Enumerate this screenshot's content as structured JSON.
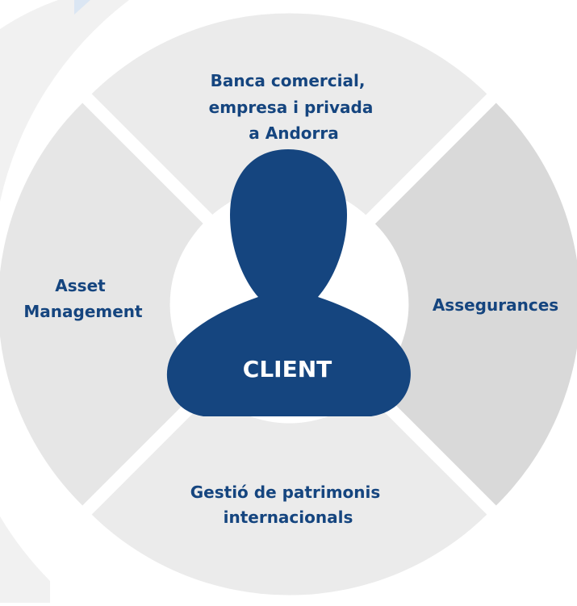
{
  "diagram": {
    "center": {
      "label": "CLIENT",
      "icon": "person-silhouette-icon"
    },
    "segments": [
      {
        "id": "top",
        "lines": [
          "Banca comercial,",
          "empresa i privada",
          "a Andorra"
        ]
      },
      {
        "id": "right",
        "lines": [
          "Assegurances"
        ]
      },
      {
        "id": "bottom",
        "lines": [
          "Gestió de patrimonis",
          "internacionals"
        ]
      },
      {
        "id": "left",
        "lines": [
          "Asset",
          "Management"
        ]
      }
    ]
  },
  "colors": {
    "navy": "#15457f",
    "segment_light": "#ebebeb",
    "segment_dark": "#d9d9d9",
    "background_decor": "#f1f1f1",
    "decor_blue": "#dbe6f3",
    "center_white": "#ffffff"
  }
}
